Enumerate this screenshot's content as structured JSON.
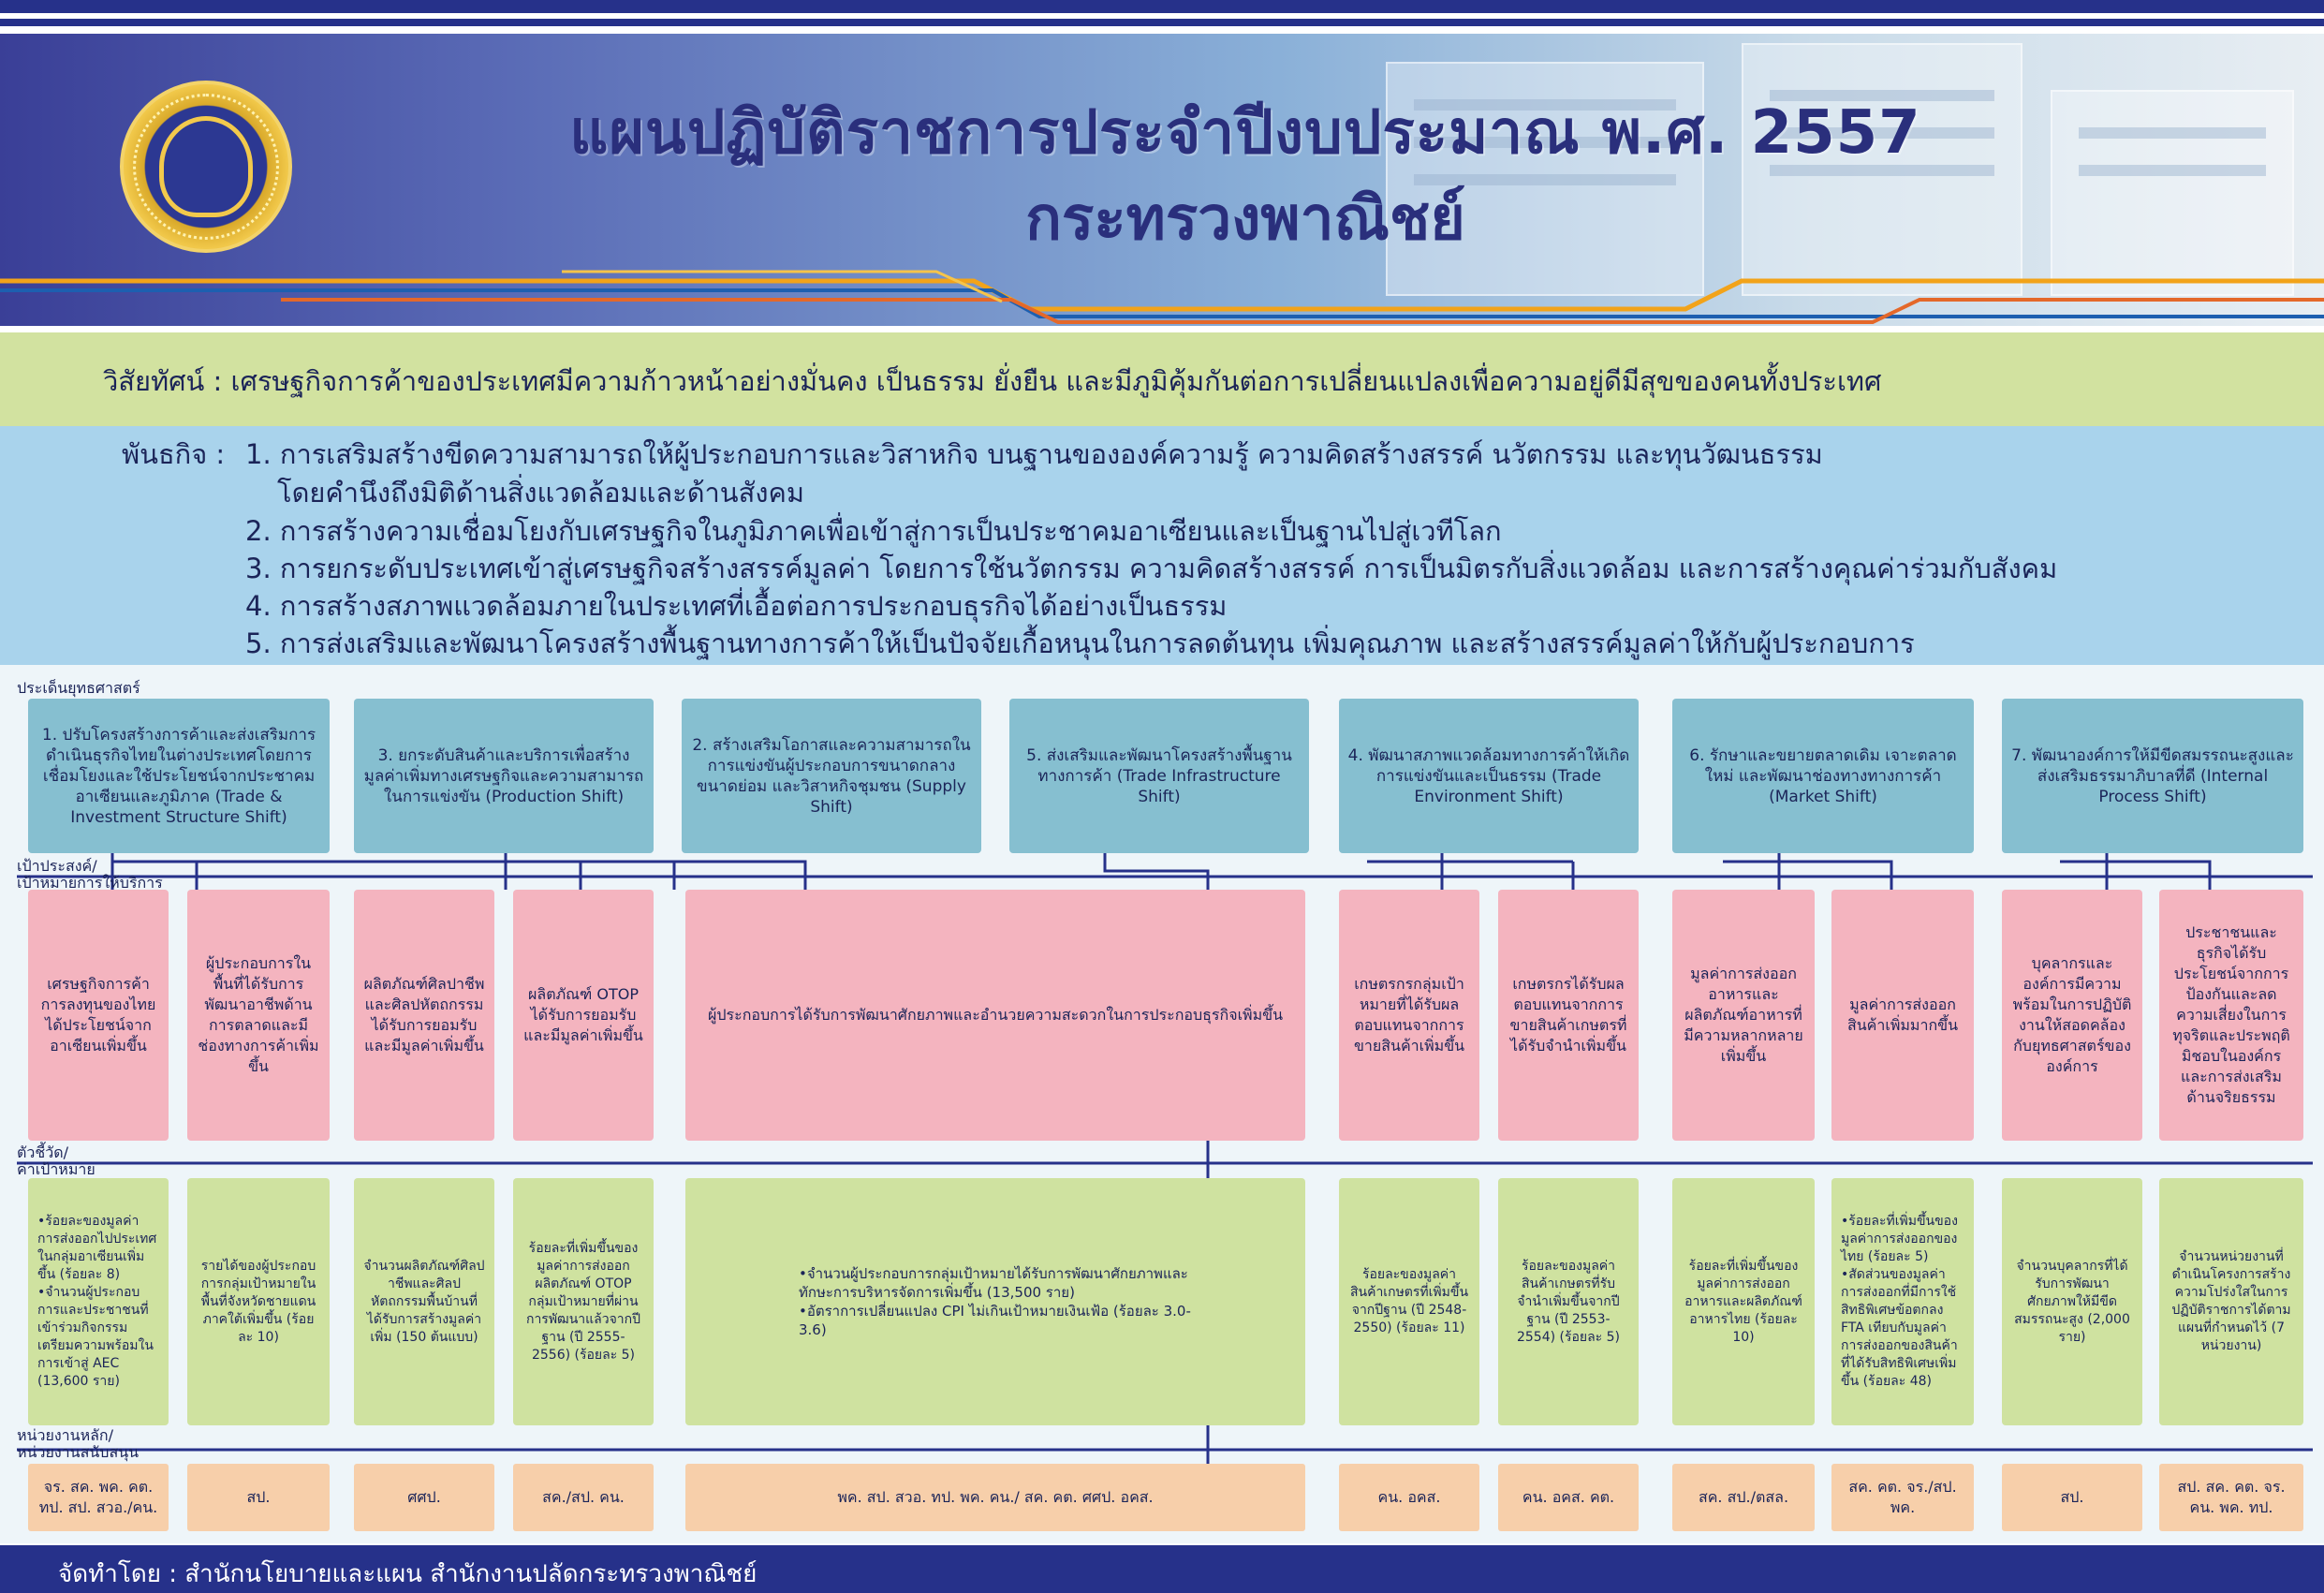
{
  "header": {
    "title_line1": "แผนปฏิบัติราชการประจำปีงบประมาณ พ.ศ. 2557",
    "title_line2": "กระทรวงพาณิชย์"
  },
  "vision": "วิสัยทัศน์ : เศรษฐกิจการค้าของประเทศมีความก้าวหน้าอย่างมั่นคง เป็นธรรม ยั่งยืน และมีภูมิคุ้มกันต่อการเปลี่ยนแปลงเพื่อความอยู่ดีมีสุขของคนทั้งประเทศ",
  "mission": {
    "label": "พันธกิจ :",
    "items": [
      "1. การเสริมสร้างขีดความสามารถให้ผู้ประกอบการและวิสาหกิจ บนฐานขององค์ความรู้ ความคิดสร้างสรรค์ นวัตกรรม และทุนวัฒนธรรม",
      "โดยคำนึงถึงมิติด้านสิ่งแวดล้อมและด้านสังคม",
      "2. การสร้างความเชื่อมโยงกับเศรษฐกิจในภูมิภาคเพื่อเข้าสู่การเป็นประชาคมอาเซียนและเป็นฐานไปสู่เวทีโลก",
      "3. การยกระดับประเทศเข้าสู่เศรษฐกิจสร้างสรรค์มูลค่า โดยการใช้นวัตกรรม ความคิดสร้างสรรค์ การเป็นมิตรกับสิ่งแวดล้อม และการสร้างคุณค่าร่วมกับสังคม",
      "4. การสร้างสภาพแวดล้อมภายในประเทศที่เอื้อต่อการประกอบธุรกิจได้อย่างเป็นธรรม",
      "5. การส่งเสริมและพัฒนาโครงสร้างพื้นฐานทางการค้าให้เป็นปัจจัยเกื้อหนุนในการลดต้นทุน เพิ่มคุณภาพ และสร้างสรรค์มูลค่าให้กับผู้ประกอบการ"
    ]
  },
  "labels": {
    "strategy": "ประเด็นยุทธศาสตร์",
    "goal_1": "เป้าประสงค์/",
    "goal_2": "เป้าหมายการให้บริการ",
    "kpi_1": "ตัวชี้วัด/",
    "kpi_2": "ค่าเป้าหมาย",
    "agency_1": "หน่วยงานหลัก/",
    "agency_2": "หน่วยงานสนับสนุน"
  },
  "strategies": [
    "1. ปรับโครงสร้างการค้าและส่งเสริมการดำเนินธุรกิจไทยในต่างประเทศโดยการเชื่อมโยงและใช้ประโยชน์จากประชาคมอาเซียนและภูมิภาค (Trade & Investment Structure Shift)",
    "3. ยกระดับสินค้าและบริการเพื่อสร้างมูลค่าเพิ่มทางเศรษฐกิจและความสามารถในการแข่งขัน (Production Shift)",
    "2. สร้างเสริมโอกาสและความสามารถในการแข่งขันผู้ประกอบการขนาดกลางขนาดย่อม และวิสาหกิจชุมชน (Supply Shift)",
    "5. ส่งเสริมและพัฒนาโครงสร้างพื้นฐานทางการค้า (Trade Infrastructure Shift)",
    "4. พัฒนาสภาพแวดล้อมทางการค้าให้เกิดการแข่งขันและเป็นธรรม (Trade Environment Shift)",
    "6. รักษาและขยายตลาดเดิม เจาะตลาดใหม่ และพัฒนาช่องทางทางการค้า (Market Shift)",
    "7. พัฒนาองค์การให้มีขีดสมรรถนะสูงและส่งเสริมธรรมาภิบาลที่ดี (Internal Process Shift)"
  ],
  "goals": [
    "เศรษฐกิจการค้าการลงทุนของไทยได้ประโยชน์จากอาเซียนเพิ่มขึ้น",
    "ผู้ประกอบการในพื้นที่ได้รับการพัฒนาอาชีพด้านการตลาดและมีช่องทางการค้าเพิ่มขึ้น",
    "ผลิตภัณฑ์ศิลปาชีพและศิลปหัตถกรรมได้รับการยอมรับและมีมูลค่าเพิ่มขึ้น",
    "ผลิตภัณฑ์ OTOP ได้รับการยอมรับและมีมูลค่าเพิ่มขึ้น",
    "ผู้ประกอบการได้รับการพัฒนาศักยภาพและอำนวยความสะดวกในการประกอบธุรกิจเพิ่มขึ้น",
    "เกษตรกรกลุ่มเป้าหมายที่ได้รับผลตอบแทนจากการขายสินค้าเพิ่มขึ้น",
    "เกษตรกรได้รับผลตอบแทนจากการขายสินค้าเกษตรที่ได้รับจำนำเพิ่มขึ้น",
    "มูลค่าการส่งออกอาหารและผลิตภัณฑ์อาหารที่มีความหลากหลายเพิ่มขึ้น",
    "มูลค่าการส่งออกสินค้าเพิ่มมากขึ้น",
    "บุคลากรและองค์การมีความพร้อมในการปฏิบัติงานให้สอดคล้องกับยุทธศาสตร์ขององค์การ",
    "ประชาชนและธุรกิจได้รับประโยชน์จากการป้องกันและลดความเสี่ยงในการทุจริตและประพฤติมิชอบในองค์กรและการส่งเสริมด้านจริยธรรม"
  ],
  "kpis": {
    "k1": [
      "ร้อยละของมูลค่าการส่งออกไปประเทศในกลุ่มอาเซียนเพิ่มขึ้น (ร้อยละ 8)",
      "จำนวนผู้ประกอบการและประชาชนที่เข้าร่วมกิจกรรมเตรียมความพร้อมในการเข้าสู่ AEC (13,600 ราย)"
    ],
    "k2": "รายได้ของผู้ประกอบการกลุ่มเป้าหมายในพื้นที่จังหวัดชายแดนภาคใต้เพิ่มขึ้น (ร้อยละ 10)",
    "k3": "จำนวนผลิตภัณฑ์ศิลปาชีพและศิลปหัตถกรรมพื้นบ้านที่ได้รับการสร้างมูลค่าเพิ่ม (150 ต้นแบบ)",
    "k4": "ร้อยละที่เพิ่มขึ้นของมูลค่าการส่งออกผลิตภัณฑ์ OTOP กลุ่มเป้าหมายที่ผ่านการพัฒนาแล้วจากปีฐาน (ปี 2555-2556) (ร้อยละ 5)",
    "k5": [
      "จำนวนผู้ประกอบการกลุ่มเป้าหมายได้รับการพัฒนาศักยภาพและทักษะการบริหารจัดการเพิ่มขึ้น (13,500 ราย)",
      "อัตราการเปลี่ยนแปลง CPI ไม่เกินเป้าหมายเงินเฟ้อ (ร้อยละ 3.0-3.6)"
    ],
    "k6": "ร้อยละของมูลค่าสินค้าเกษตรที่เพิ่มขึ้นจากปีฐาน (ปี 2548-2550) (ร้อยละ 11)",
    "k7": "ร้อยละของมูลค่าสินค้าเกษตรที่รับจำนำเพิ่มขึ้นจากปีฐาน (ปี 2553-2554) (ร้อยละ 5)",
    "k8": "ร้อยละที่เพิ่มขึ้นของมูลค่าการส่งออกอาหารและผลิตภัณฑ์อาหารไทย (ร้อยละ 10)",
    "k9": [
      "ร้อยละที่เพิ่มขึ้นของมูลค่าการส่งออกของไทย (ร้อยละ 5)",
      "สัดส่วนของมูลค่าการส่งออกที่มีการใช้สิทธิพิเศษข้อตกลง FTA เทียบกับมูลค่าการส่งออกของสินค้าที่ได้รับสิทธิพิเศษเพิ่มขึ้น (ร้อยละ 48)"
    ],
    "k10": "จำนวนบุคลากรที่ได้รับการพัฒนาศักยภาพให้มีขีดสมรรถนะสูง (2,000 ราย)",
    "k11": "จำนวนหน่วยงานที่ดำเนินโครงการสร้างความโปร่งใสในการปฏิบัติราชการได้ตามแผนที่กำหนดไว้ (7 หน่วยงาน)"
  },
  "agencies": [
    "จร. สค. พค. คต. ทป. สป. สวอ./คน.",
    "สป.",
    "ศศป.",
    "สค./สป. คน.",
    "พค. สป. สวอ. ทป. พค. คน./ สค. คต. ศศป. อคส.",
    "คน. อคส.",
    "คน. อคส. คต.",
    "สค. สป./ตสล.",
    "สค. คต. จร./สป. พค.",
    "สป.",
    "สป. สค. คต. จร. คน. พค. ทป."
  ],
  "footer": "จัดทำโดย : สำนักนโยบายและแผน สำนักงานปลัดกระทรวงพาณิชย์",
  "colors": {
    "navy": "#26318a",
    "vision_band": "#d2e2a0",
    "mission_band": "#a9d3ec",
    "strategy_box": "#86bfd0",
    "goal_box": "#f4b4bf",
    "kpi_box": "#cfe2a0",
    "agency_box": "#f7cfaa"
  }
}
